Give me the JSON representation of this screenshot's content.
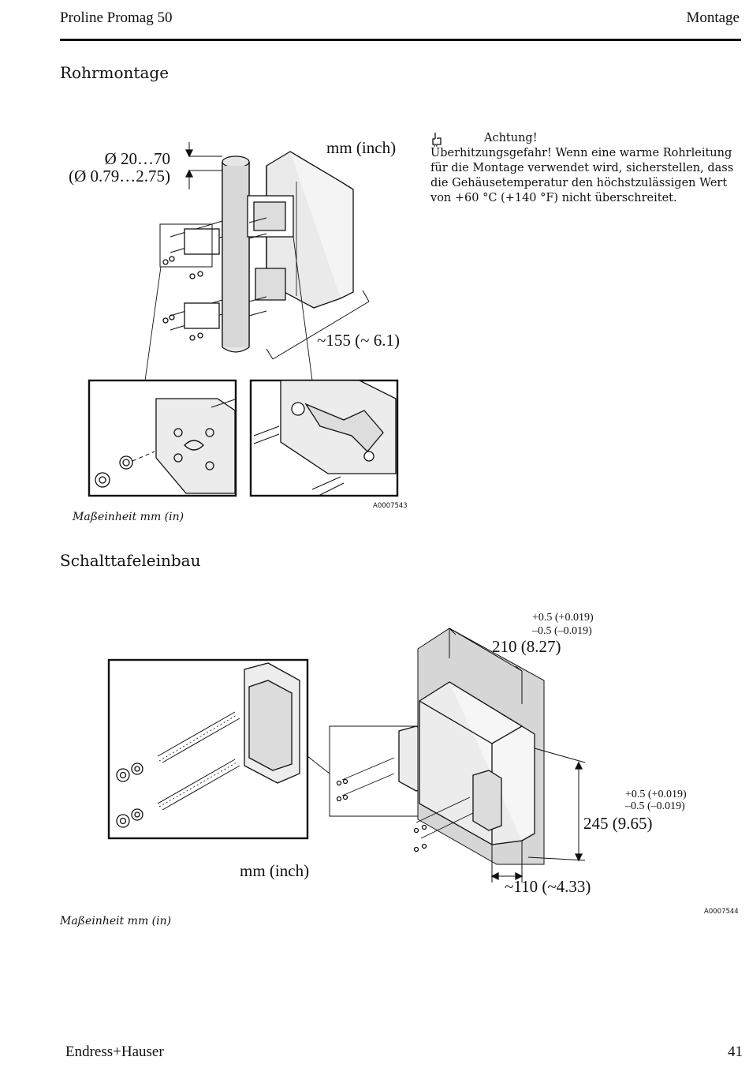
{
  "header": {
    "left": "Proline Promag 50",
    "right": "Montage"
  },
  "section1": {
    "title": "Rohrmontage",
    "dim_diameter": "Ø 20…70",
    "dim_diameter_inch": "(Ø 0.79…2.75)",
    "unit": "mm (inch)",
    "dim_depth": "~155 (~ 6.1)",
    "figure_code": "A0007543",
    "caption": "Maßeinheit mm (in)"
  },
  "warning": {
    "icon": "hand-pointing-icon",
    "title": "Achtung!",
    "text": "Überhitzungsgefahr! Wenn eine warme Rohrleitung für die Montage verwendet wird, sicherstellen, dass die Gehäusetemperatur den höchstzulässigen Wert von +60 °C (+140 °F) nicht überschreitet."
  },
  "section2": {
    "title": "Schalttafeleinbau",
    "tol_top_plus": "+0.5 (+0.019)",
    "tol_top_minus": "–0.5 (–0.019)",
    "dim_width": "210 (8.27)",
    "tol_right_plus": "+0.5 (+0.019)",
    "tol_right_minus": "–0.5 (–0.019)",
    "dim_height": "245 (9.65)",
    "unit": "mm (inch)",
    "dim_depth": "~110 (~4.33)",
    "figure_code": "A0007544",
    "caption": "Maßeinheit mm (in)"
  },
  "footer": {
    "brand": "Endress+Hauser",
    "page": "41"
  }
}
